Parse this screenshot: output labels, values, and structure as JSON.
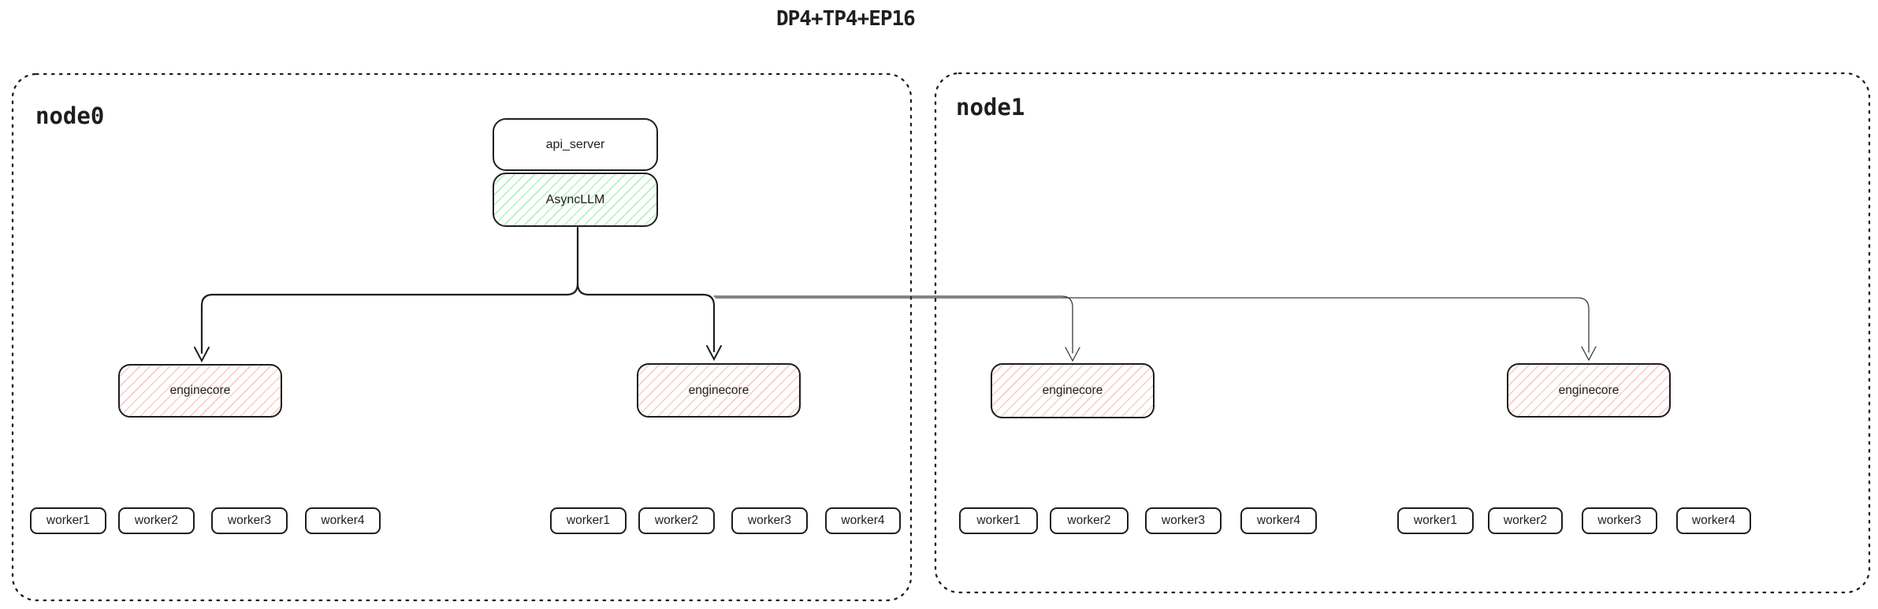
{
  "title": "DP4+TP4+EP16",
  "colors": {
    "ink": "#1e1e1e",
    "green_hatch": "#b2f2bb",
    "red_hatch": "#ffc9c9",
    "background": "#ffffff"
  },
  "nodes": [
    {
      "label": "node0",
      "api_server": "api_server",
      "async_llm": "AsyncLLM",
      "enginecores": [
        {
          "label": "enginecore",
          "workers": [
            "worker1",
            "worker2",
            "worker3",
            "worker4"
          ]
        },
        {
          "label": "enginecore",
          "workers": [
            "worker1",
            "worker2",
            "worker3",
            "worker4"
          ]
        }
      ]
    },
    {
      "label": "node1",
      "enginecores": [
        {
          "label": "enginecore",
          "workers": [
            "worker1",
            "worker2",
            "worker3",
            "worker4"
          ]
        },
        {
          "label": "enginecore",
          "workers": [
            "worker1",
            "worker2",
            "worker3",
            "worker4"
          ]
        }
      ]
    }
  ]
}
